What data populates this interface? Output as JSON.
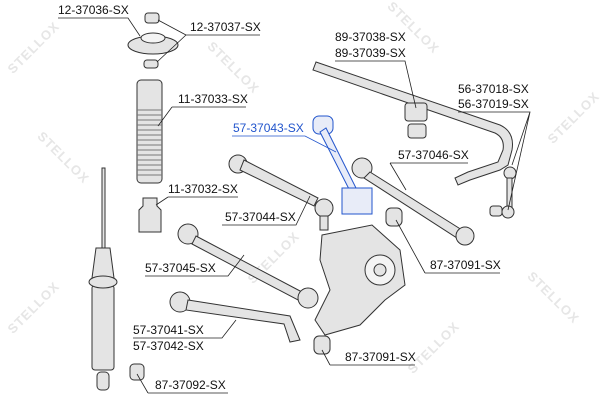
{
  "watermark": "STELLOX",
  "colors": {
    "label": "#111111",
    "highlight": "#2255cc",
    "part": "#dcdcdc",
    "outline": "#333333"
  },
  "labels": {
    "top_mount": "12-37036-SX",
    "mount_bushing": "12-37037-SX",
    "boot": "11-37033-SX",
    "bump_stop": "11-37032-SX",
    "upper_arm": "57-37043-SX",
    "lower_arm_front": "57-37044-SX",
    "lower_arm_rear": "57-37045-SX",
    "trailing_arm_left": "57-37041-SX",
    "trailing_arm_right": "57-37042-SX",
    "shock_bushing": "87-37092-SX",
    "knuckle_bushing_right": "87-37091-SX",
    "knuckle_bushing_bottom": "87-37091-SX",
    "toe_arm": "57-37046-SX",
    "stabilizer_bushing_left": "89-37038-SX",
    "stabilizer_bushing_right": "89-37039-SX",
    "link_left": "56-37018-SX",
    "link_right": "56-37019-SX"
  }
}
